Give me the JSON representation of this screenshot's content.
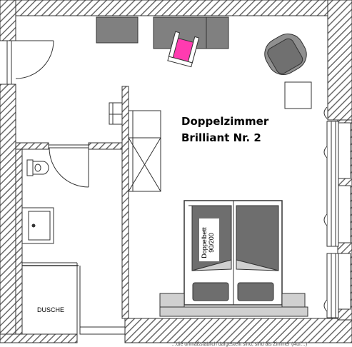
{
  "room": {
    "title_line1": "Doppelzimmer",
    "title_line2": "Brilliant Nr. 2"
  },
  "bed": {
    "label_line1": "Doppelbett",
    "label_line2": "90/200"
  },
  "shower": {
    "label": "DUSCHE"
  },
  "footer": {
    "caption": "…die unmaßstäblich dargestellt sind, sind als Zimmer (Auf…)"
  },
  "colors": {
    "wall_hatch": "#7a7a7a",
    "furniture_gray": "#808080",
    "light_gray": "#d0d0d0",
    "bed_gray": "#6e6e6e",
    "accent_pink": "#ff3bb0"
  }
}
